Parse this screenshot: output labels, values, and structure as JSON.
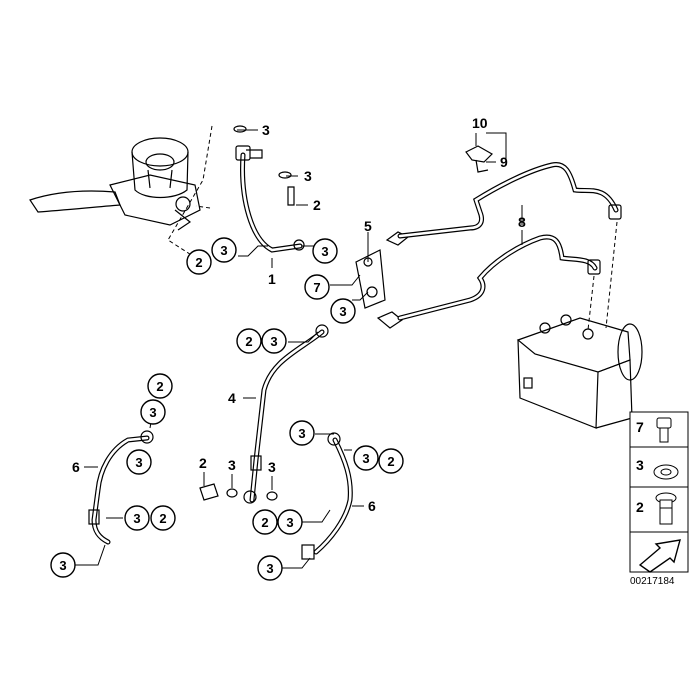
{
  "callouts": {
    "c1": "3",
    "c2": "3",
    "c3": "2",
    "c4a": "2",
    "c4b": "3",
    "c5": "1",
    "c6": "3",
    "c7": "5",
    "c8": "7",
    "c9": "3",
    "c10": "10",
    "c11": "9",
    "c12": "8",
    "c13a": "2",
    "c13b": "3",
    "c14": "4",
    "c15": "2",
    "c16": "3",
    "c17": "3",
    "c18": "6",
    "c19a": "3",
    "c19b": "2",
    "c20": "3",
    "c21": "2",
    "c22": "3",
    "c23": "3",
    "c24": "3",
    "c25a": "3",
    "c25b": "2",
    "c26a": "2",
    "c26b": "3",
    "c27": "6",
    "c28": "3"
  },
  "legend": {
    "row1": "7",
    "row2": "3",
    "row3": "2"
  },
  "diagram_number": "00217184"
}
